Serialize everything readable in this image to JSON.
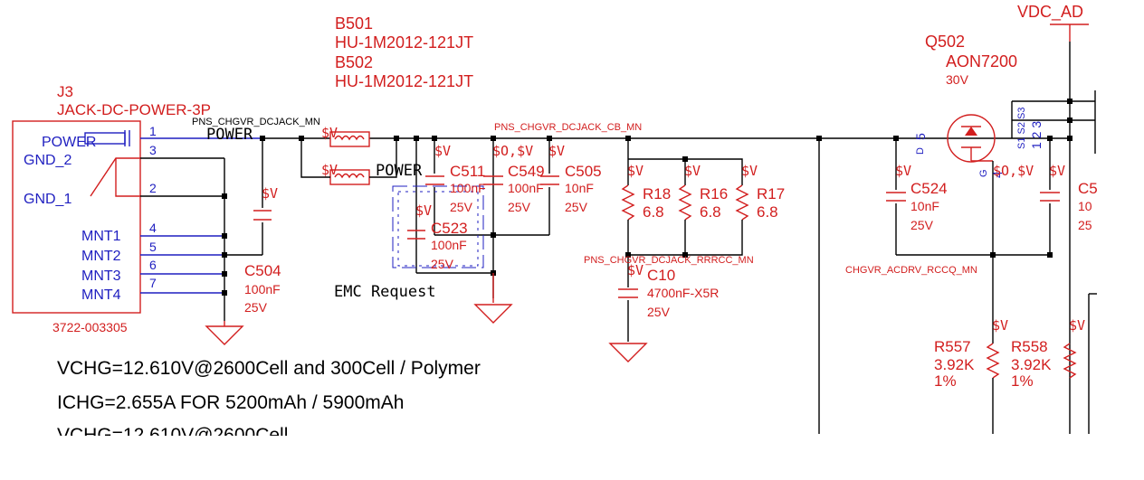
{
  "j3": {
    "ref": "J3",
    "part": "JACK-DC-POWER-3P",
    "pn": "3722-003305",
    "pins": [
      {
        "name": "POWER",
        "num": "1"
      },
      {
        "name": "GND_2",
        "num": "3"
      },
      {
        "name": "GND_1",
        "num": "2"
      },
      {
        "name": "MNT1",
        "num": "4"
      },
      {
        "name": "MNT2",
        "num": "5"
      },
      {
        "name": "MNT3",
        "num": "6"
      },
      {
        "name": "MNT4",
        "num": "7"
      }
    ]
  },
  "beads": {
    "b501": "B501",
    "b501_part": "HU-1M2012-121JT",
    "b502": "B502",
    "b502_part": "HU-1M2012-121JT"
  },
  "nets": {
    "dcjack": "PNS_CHGVR_DCJACK_MN",
    "dcjack_cb": "PNS_CHGVR_DCJACK_CB_MN",
    "dcjack_rrrcc": "PNS_CHGVR_DCJACK_RRRCC_MN",
    "acdrv": "CHGVR_ACDRV_RCCQ_MN",
    "power_label": "POWER",
    "vdc": "VDC_AD"
  },
  "caps": {
    "c504": {
      "ref": "C504",
      "val": "100nF",
      "volt": "25V"
    },
    "c511": {
      "ref": "C511",
      "val": "100nF",
      "volt": "25V"
    },
    "c549": {
      "ref": "C549",
      "val": "100nF",
      "volt": "25V"
    },
    "c505": {
      "ref": "C505",
      "val": "10nF",
      "volt": "25V"
    },
    "c523": {
      "ref": "C523",
      "val": "100nF",
      "volt": "25V"
    },
    "c10": {
      "ref": "C10",
      "val": "4700nF-X5R",
      "volt": "25V"
    },
    "c524": {
      "ref": "C524",
      "val": "10nF",
      "volt": "25V"
    },
    "c5x": {
      "ref": "C5",
      "val": "10",
      "volt": "25"
    }
  },
  "resistors": {
    "r18": {
      "ref": "R18",
      "val": "6.8"
    },
    "r16": {
      "ref": "R16",
      "val": "6.8"
    },
    "r17": {
      "ref": "R17",
      "val": "6.8"
    },
    "r557": {
      "ref": "R557",
      "val": "3.92K",
      "tol": "1%"
    },
    "r558": {
      "ref": "R558",
      "val": "3.92K",
      "tol": "1%"
    }
  },
  "q502": {
    "ref": "Q502",
    "part": "AON7200",
    "volt": "30V",
    "d": "D",
    "pin5": "5",
    "g": "G",
    "pin4": "4",
    "s_pins": "S1 S2 S3",
    "s_nums": "1 2 3"
  },
  "flags": {
    "sv": "$V",
    "so_sv": "$O,$V"
  },
  "emc": "EMC Request",
  "notes": [
    "VCHG=12.610V@2600Cell and 300Cell / Polymer",
    "ICHG=2.655A  FOR 5200mAh / 5900mAh",
    "VCHG=12.610V@2600Cell"
  ]
}
